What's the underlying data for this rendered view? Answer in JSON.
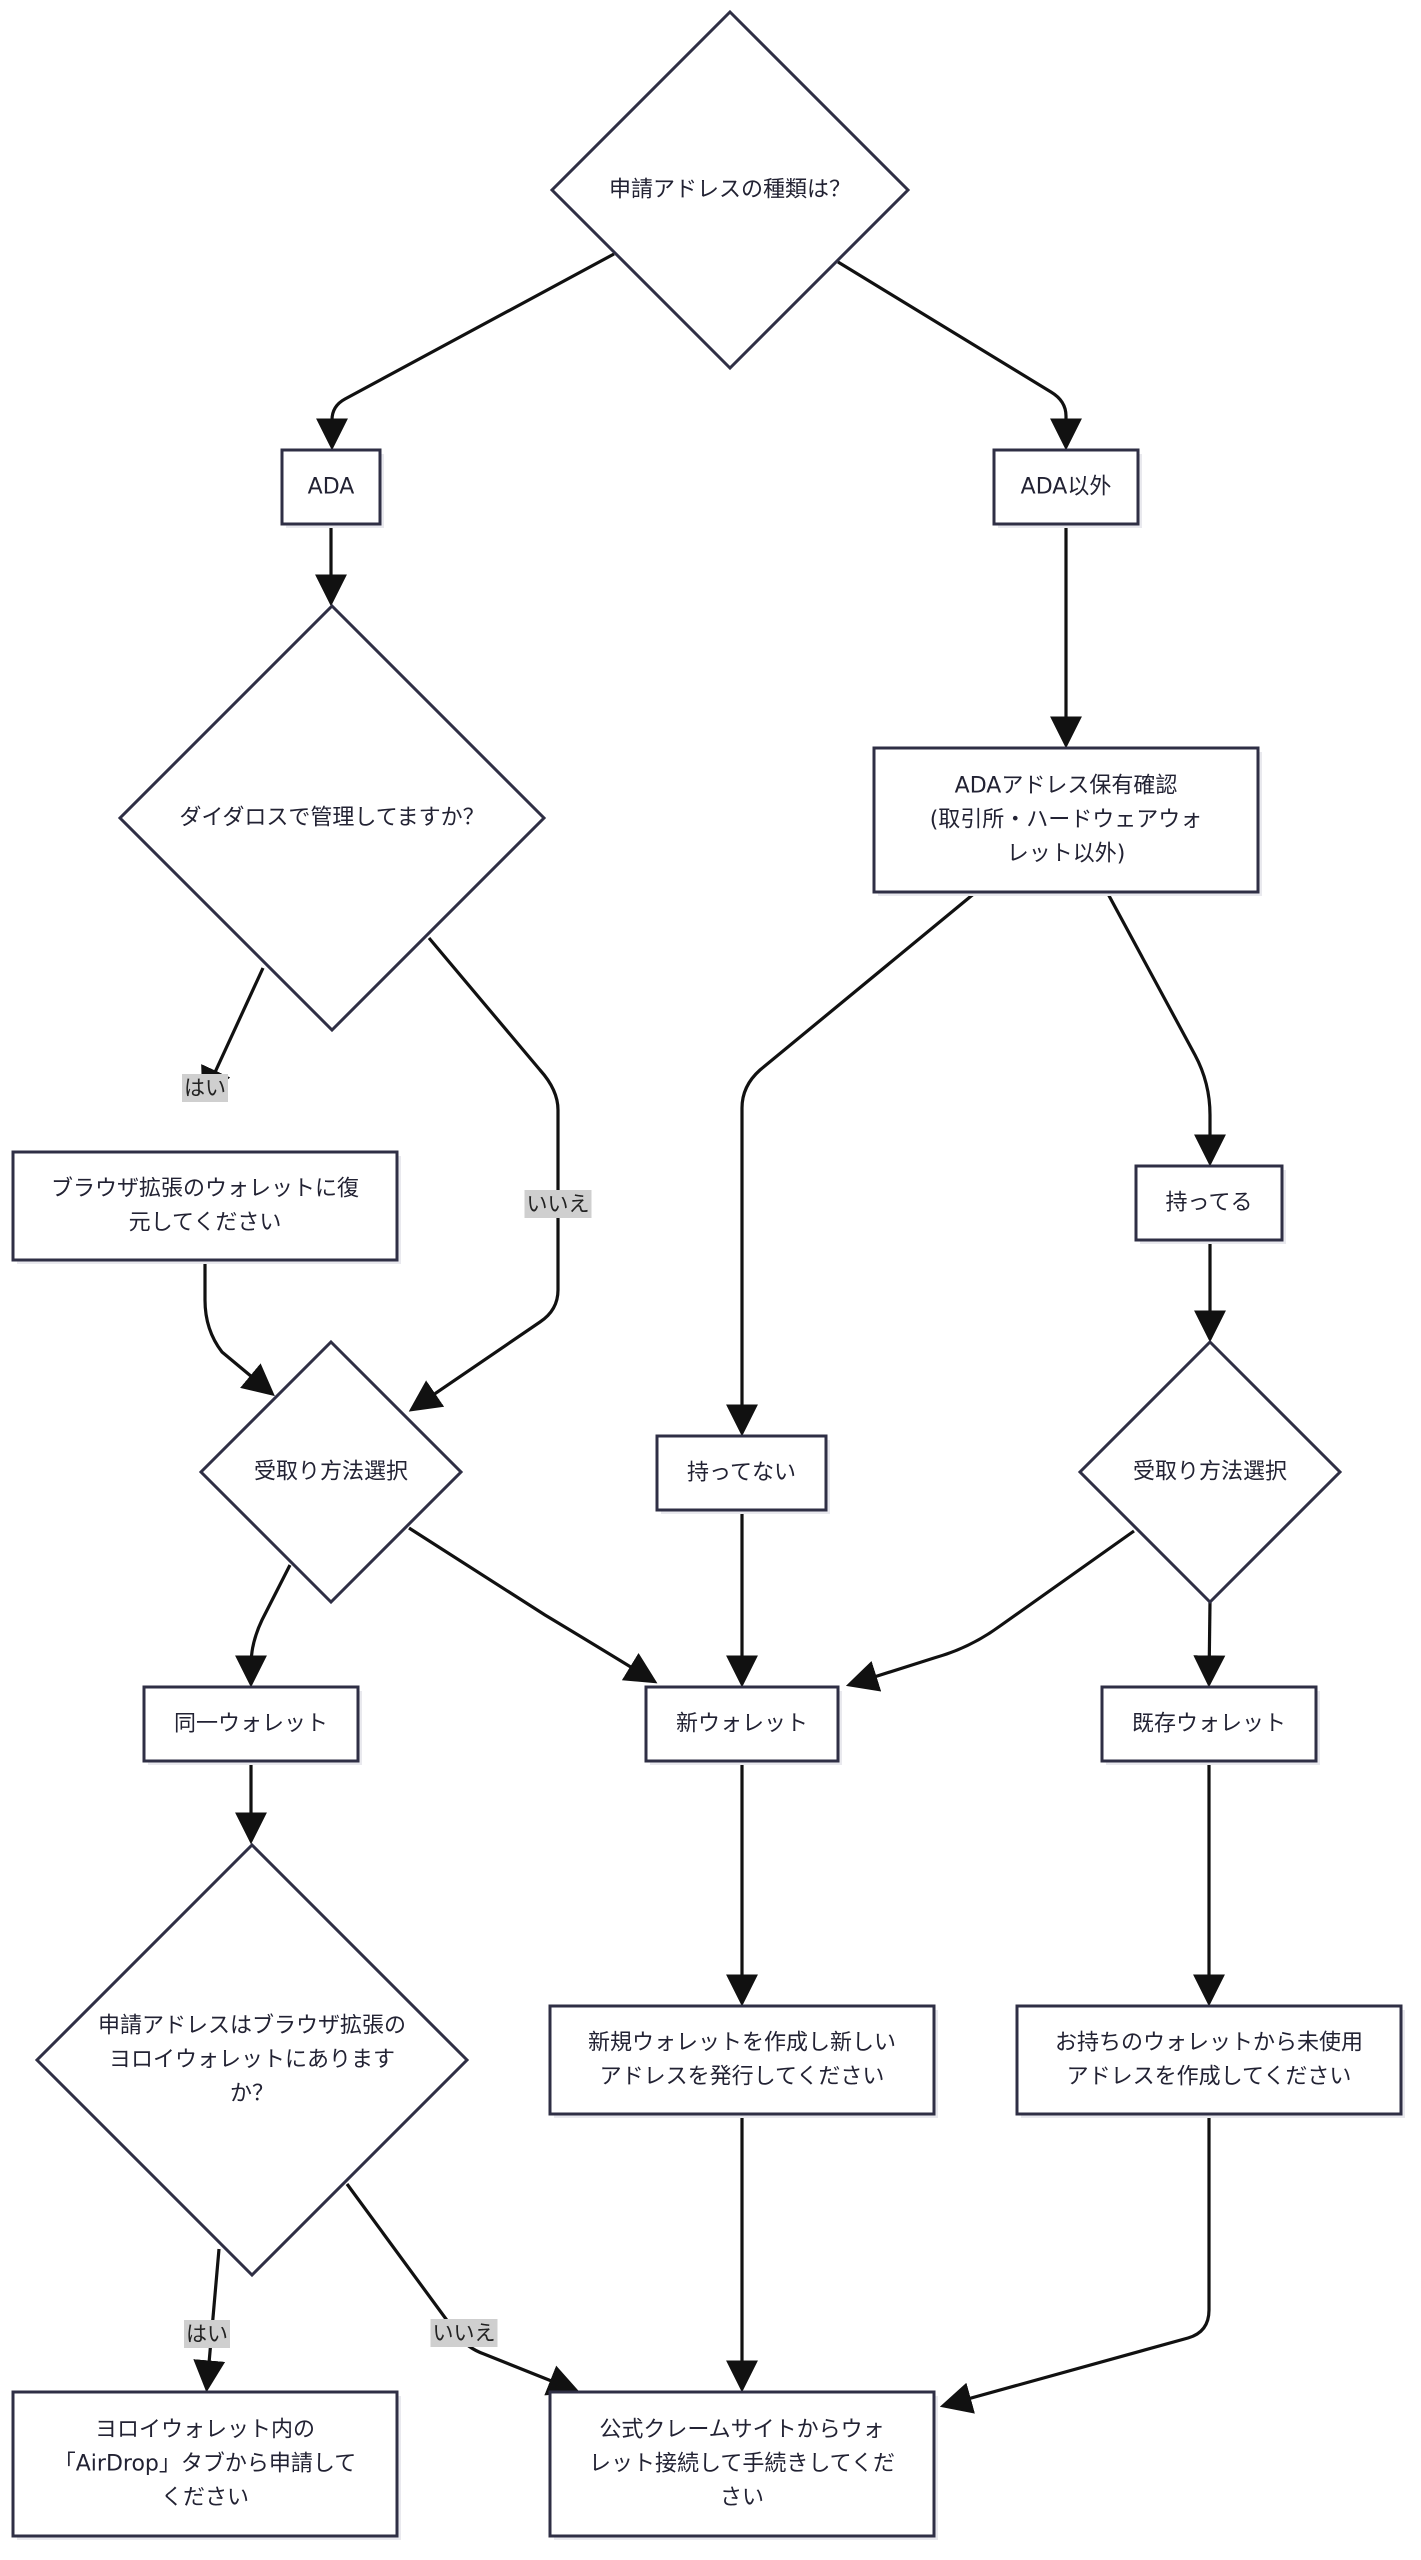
{
  "nodes": {
    "q_address_type": [
      "申請アドレスの種類は？"
    ],
    "ada": [
      "ADA"
    ],
    "non_ada": [
      "ADA以外"
    ],
    "q_daedalus": [
      "ダイダロスで管理してますか？"
    ],
    "ada_check": [
      "ADAアドレス保有確認",
      "(取引所・ハードウェアウォ",
      "レット以外)"
    ],
    "restore_browser": [
      "ブラウザ拡張のウォレットに復",
      "元してください"
    ],
    "have_ada": [
      "持ってる"
    ],
    "no_ada": [
      "持ってない"
    ],
    "q_receive_left": [
      "受取り方法選択"
    ],
    "q_receive_right": [
      "受取り方法選択"
    ],
    "same_wallet": [
      "同一ウォレット"
    ],
    "new_wallet": [
      "新ウォレット"
    ],
    "existing_wallet": [
      "既存ウォレット"
    ],
    "q_yoroi": [
      "申請アドレスはブラウザ拡張の",
      "ヨロイウォレットにあります",
      "か？"
    ],
    "create_new_wallet": [
      "新規ウォレットを作成し新しい",
      "アドレスを発行してください"
    ],
    "create_unused_address": [
      "お持ちのウォレットから未使用",
      "アドレスを作成してください"
    ],
    "yoroi_airdrop": [
      "ヨロイウォレット内の",
      "「AirDrop」タブから申請して",
      "ください"
    ],
    "official_claim": [
      "公式クレームサイトからウォ",
      "レット接続して手続きしてくだ",
      "さい"
    ]
  },
  "edge_labels": {
    "daedalus_yes": "はい",
    "daedalus_no": "いいえ",
    "yoroi_yes": "はい",
    "yoroi_no": "いいえ"
  },
  "colors": {
    "node_stroke": "#2f2f45",
    "edge": "#111111",
    "label_bg": "#cfcfcf"
  }
}
